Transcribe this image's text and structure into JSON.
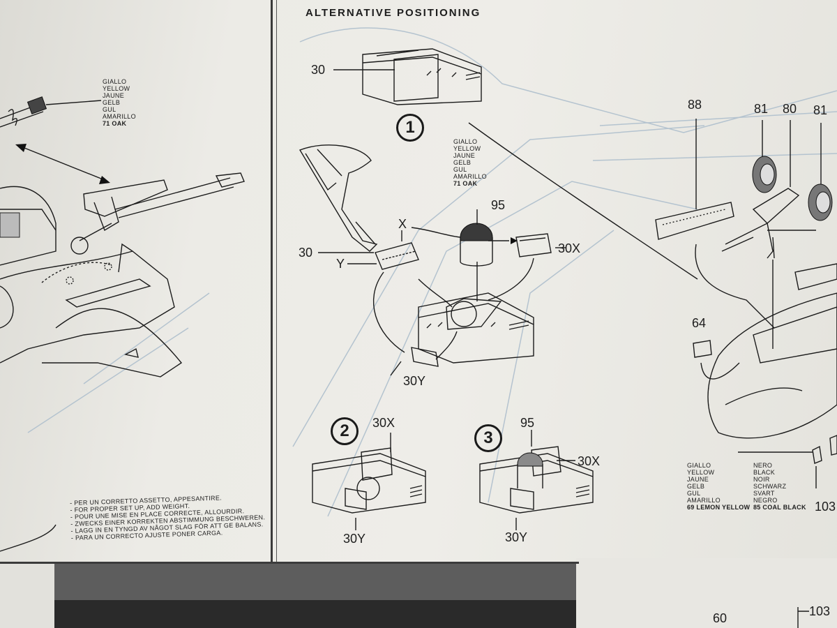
{
  "title": "ALTERNATIVE POSITIONING",
  "left_color": {
    "lines": [
      "GIALLO",
      "YELLOW",
      "JAUNE",
      "GELB",
      "GUL",
      "AMARILLO"
    ],
    "paint": "71 OAK"
  },
  "center_color": {
    "lines": [
      "GIALLO",
      "YELLOW",
      "JAUNE",
      "GELB",
      "GUL",
      "AMARILLO"
    ],
    "paint": "71 OAK"
  },
  "weight_note": [
    "- PER UN CORRETTO ASSETTO, APPESANTIRE.",
    "- FOR PROPER SET UP, ADD WEIGHT.",
    "- POUR UNE MISE EN PLACE CORRECTE, ALLOURDIR.",
    "- ZWECKS EINER KORREKTEN ABSTIMMUNG BESCHWEREN.",
    "- LAGG IN EN TYNGD AV NÅGOT SLAG FÖR ATT GE BALANS.",
    "- PARA UN CORRECTO AJUSTE PONER CARGA."
  ],
  "steps": [
    "1",
    "2",
    "3"
  ],
  "parts": {
    "p30": "30",
    "p30x": "30X",
    "p30y": "30Y",
    "p95": "95",
    "px": "X",
    "py": "Y",
    "p88": "88",
    "p81": "81",
    "p80": "80",
    "p64": "64",
    "p103": "103",
    "p60": "60"
  },
  "right_yellow": {
    "lines": [
      "GIALLO",
      "YELLOW",
      "JAUNE",
      "GELB",
      "GUL",
      "AMARILLO"
    ],
    "paint": "69 LEMON YELLOW"
  },
  "right_black": {
    "lines": [
      "NERO",
      "BLACK",
      "NOIR",
      "SCHWARZ",
      "SVART",
      "NEGRO"
    ],
    "paint": "85 COAL BLACK"
  }
}
